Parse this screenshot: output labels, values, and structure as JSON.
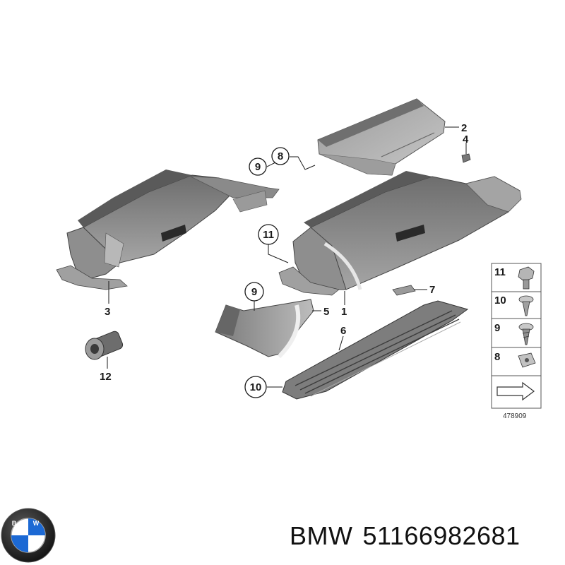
{
  "callouts": {
    "c1": "1",
    "c2": "2",
    "c3": "3",
    "c4": "4",
    "c5": "5",
    "c6": "6",
    "c7": "7",
    "c8": "8",
    "c9a": "9",
    "c9b": "9",
    "c10": "10",
    "c11": "11",
    "c12": "12"
  },
  "legend": {
    "items": [
      "11",
      "10",
      "9",
      "8"
    ],
    "diagram_id": "478909"
  },
  "brand": {
    "name": "BMW",
    "part_number": "51166982681",
    "logo_letters": "BMW"
  },
  "colors": {
    "part_fill": "#8c8c8c",
    "part_dark": "#4f4f4f",
    "part_light": "#c4c4c4",
    "logo_blue": "#1c69d4"
  }
}
